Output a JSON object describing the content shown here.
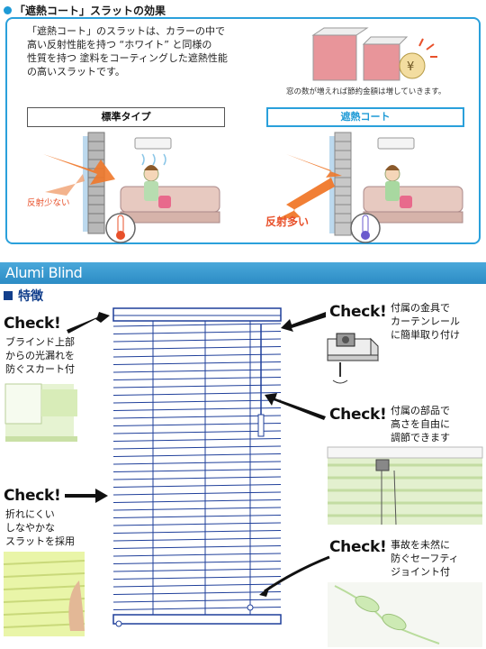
{
  "section1": {
    "title": "「遮熱コート」スラットの効果",
    "intro_lines": [
      "「遮熱コート」のスラットは、カラーの中で",
      "高い反射性能を持つ “ホワイト” と同様の",
      "性質を持つ 塗料をコーティングした遮熱性能",
      "の高いスラットです。"
    ],
    "saving_caption": "窓の数が増えれば節約金額は増していきます。",
    "yen_symbol": "¥",
    "standard_label": "標準タイプ",
    "heat_label": "遮熱コート",
    "reflection_low": "反射少ない",
    "reflection_high": "反射多い"
  },
  "banner": {
    "title": "Alumi Blind"
  },
  "features": {
    "title": "特徴",
    "check_label": "Check!",
    "items": [
      {
        "lines": [
          "ブラインド上部",
          "からの光漏れを",
          "防ぐスカート付"
        ]
      },
      {
        "lines": [
          "折れにくい",
          "しなやかな",
          "スラットを採用"
        ]
      },
      {
        "lines": [
          "付属の金具で",
          "カーテンレール",
          "に簡単取り付け"
        ]
      },
      {
        "lines": [
          "付属の部品で",
          "高さを自由に",
          "調節できます"
        ]
      },
      {
        "lines": [
          "事故を未然に",
          "防ぐセーフティ",
          "ジョイント付"
        ]
      }
    ]
  },
  "colors": {
    "accent_blue": "#2aa0db",
    "navy": "#123f8c",
    "warning_red": "#e8502a",
    "slat_green": "#cfe8a6"
  }
}
